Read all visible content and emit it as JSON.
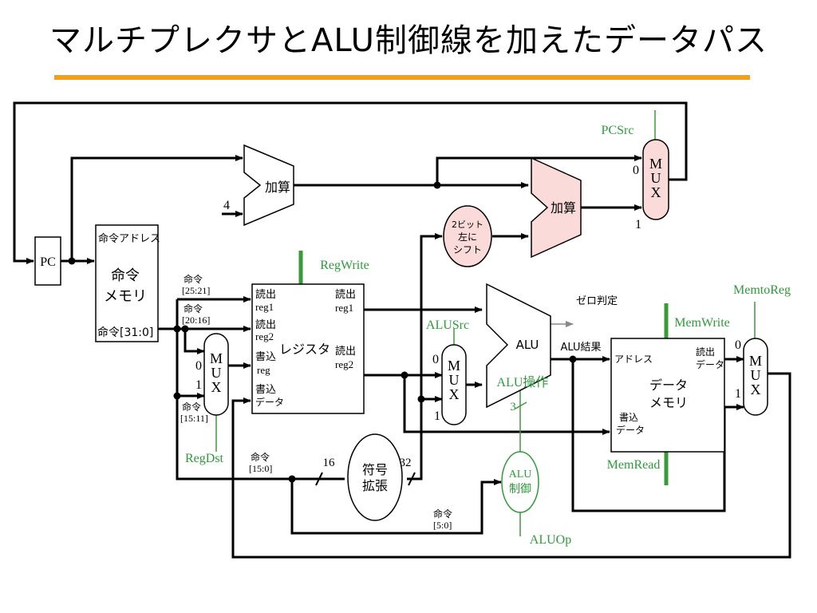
{
  "title": "マルチプレクサとALU制御線を加えたデータパス",
  "colors": {
    "rule": "#f0a020",
    "control": "#2e9b3a",
    "adder_fill": "#fbdada",
    "wire": "#000000"
  },
  "blocks": {
    "pc": "PC",
    "imem_addr": "命令アドレス",
    "imem_l1": "命令",
    "imem_l2": "メモリ",
    "imem_out": "命令[31:0]",
    "add1": "加算",
    "add_const": "4",
    "add2": "加算",
    "shift_l1": "2ビット",
    "shift_l2": "左に",
    "shift_l3": "シフト",
    "regfile": "レジスタ",
    "rf_read1_a": "読出",
    "rf_read1_b": "reg1",
    "rf_read2_a": "読出",
    "rf_read2_b": "reg2",
    "rf_write_a": "書込",
    "rf_write_b": "reg",
    "rf_wdata_a": "書込",
    "rf_wdata_b": "データ",
    "rf_out1_a": "読出",
    "rf_out1_b": "reg1",
    "rf_out2_a": "読出",
    "rf_out2_b": "reg2",
    "alu": "ALU",
    "zero": "ゼロ判定",
    "alu_result": "ALU結果",
    "signext_l1": "符号",
    "signext_l2": "拡張",
    "aluctl_l1": "ALU",
    "aluctl_l2": "制御",
    "dmem_addr": "アドレス",
    "dmem_read_a": "読出",
    "dmem_read_b": "データ",
    "dmem_l1": "データ",
    "dmem_l2": "メモリ",
    "dmem_write_a": "書込",
    "dmem_write_b": "データ"
  },
  "mux": {
    "m": "M",
    "u": "U",
    "x": "X",
    "in0": "0",
    "in1": "1"
  },
  "fields": {
    "f1_a": "命令",
    "f1_b": "[25:21]",
    "f2_a": "命令",
    "f2_b": "[20:16]",
    "f3_a": "命令",
    "f3_b": "[15:11]",
    "f4_a": "命令",
    "f4_b": "[15:0]",
    "f5_a": "命令",
    "f5_b": "[5:0]",
    "bits16": "16",
    "bits32": "32",
    "bits3": "3"
  },
  "control": {
    "pcsrc": "PCSrc",
    "regwrite": "RegWrite",
    "alusrc": "ALUSrc",
    "aluop_signal": "ALU操作",
    "memwrite": "MemWrite",
    "memtoreg": "MemtoReg",
    "regdst": "RegDst",
    "memread": "MemRead",
    "aluop": "ALUOp"
  }
}
